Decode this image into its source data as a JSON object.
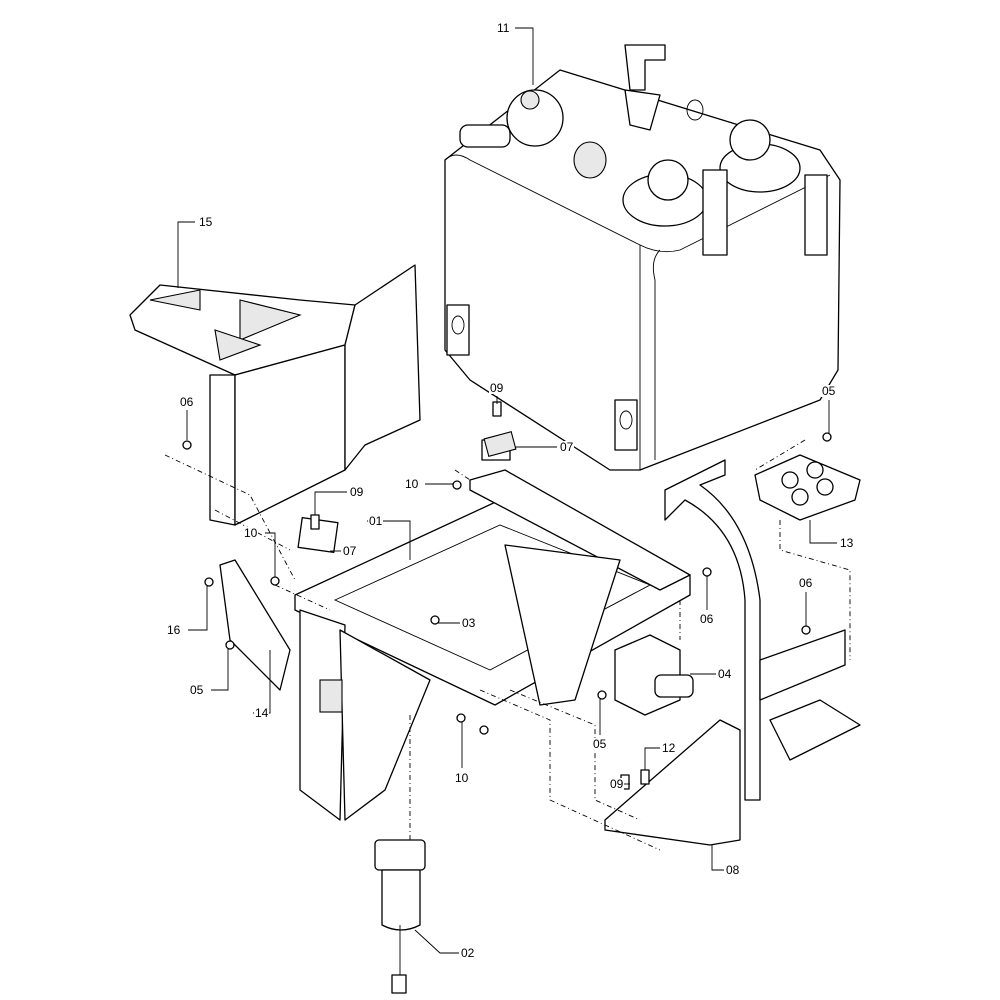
{
  "diagram": {
    "type": "exploded-parts-view",
    "callouts": [
      "11",
      "15",
      "06",
      "09",
      "07",
      "05",
      "10",
      "09",
      "01",
      "07",
      "13",
      "10",
      "06",
      "06",
      "16",
      "03",
      "04",
      "05",
      "14",
      "05",
      "12",
      "10",
      "09",
      "08",
      "02"
    ]
  }
}
